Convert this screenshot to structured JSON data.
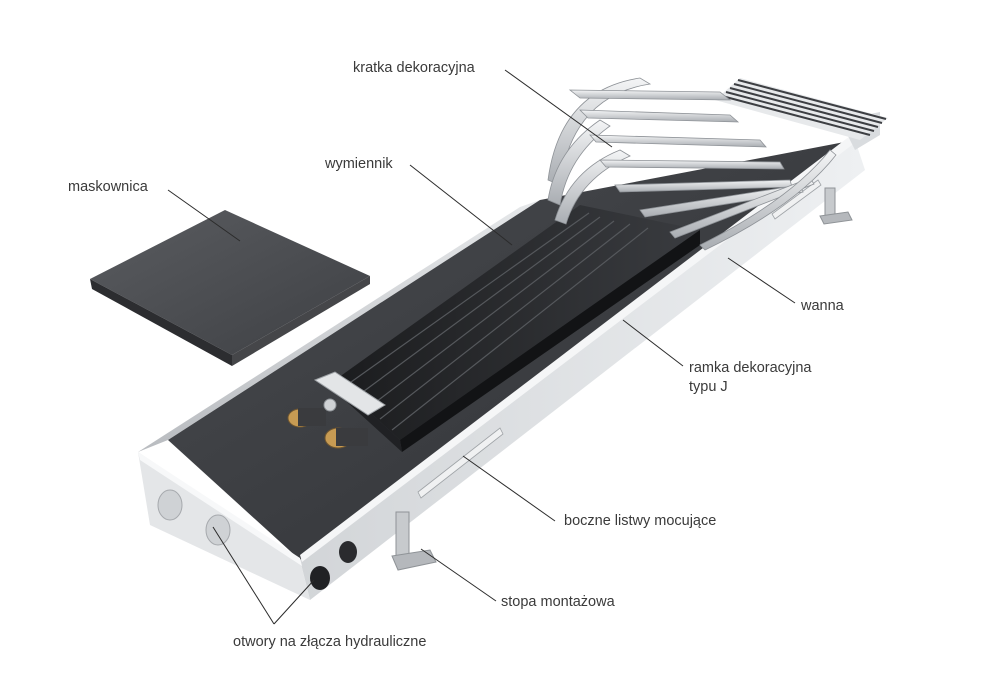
{
  "labels": {
    "kratka": "kratka dekoracyjna",
    "wymiennik": "wymiennik",
    "maskownica": "maskownica",
    "wanna": "wanna",
    "ramka_line1": "ramka dekoracyjna",
    "ramka_line2": "typu J",
    "listwy": "boczne listwy mocujące",
    "stopa": "stopa montażowa",
    "otwory": "otwory na złącza hydrauliczne"
  }
}
